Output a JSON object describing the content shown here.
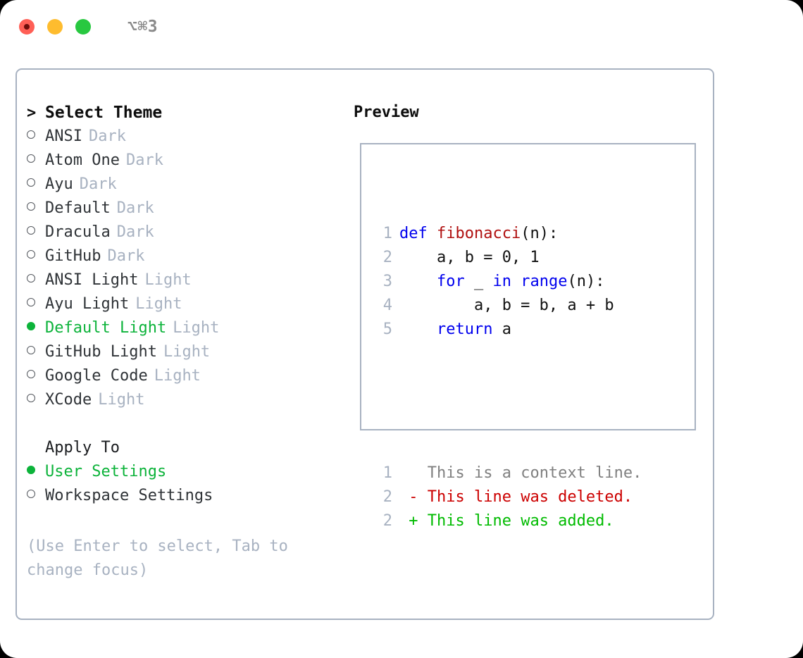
{
  "window": {
    "shortcut": "⌥⌘3",
    "traffic_lights": [
      {
        "name": "close",
        "color": "#ff5f56"
      },
      {
        "name": "minimize",
        "color": "#febc2e"
      },
      {
        "name": "maximize",
        "color": "#28c840"
      }
    ]
  },
  "colors": {
    "accent_selected": "#0cb33a",
    "muted": "#a8b2c1",
    "border": "#a8b2c1",
    "keyword": "#0000ee",
    "function": "#b01010",
    "diff_added": "#00bb00",
    "diff_deleted": "#cc0000",
    "diff_context": "#808080"
  },
  "theme_list": {
    "header_marker": ">",
    "header_label": "Select Theme",
    "items": [
      {
        "marker": "o",
        "label": "ANSI",
        "tag": "Dark",
        "selected": false
      },
      {
        "marker": "o",
        "label": "Atom One",
        "tag": "Dark",
        "selected": false
      },
      {
        "marker": "o",
        "label": "Ayu",
        "tag": "Dark",
        "selected": false
      },
      {
        "marker": "o",
        "label": "Default",
        "tag": "Dark",
        "selected": false
      },
      {
        "marker": "o",
        "label": "Dracula",
        "tag": "Dark",
        "selected": false
      },
      {
        "marker": "o",
        "label": "GitHub",
        "tag": "Dark",
        "selected": false
      },
      {
        "marker": "o",
        "label": "ANSI Light",
        "tag": "Light",
        "selected": false
      },
      {
        "marker": "o",
        "label": "Ayu Light",
        "tag": "Light",
        "selected": false
      },
      {
        "marker": "●",
        "label": "Default Light",
        "tag": "Light",
        "selected": true
      },
      {
        "marker": "o",
        "label": "GitHub Light",
        "tag": "Light",
        "selected": false
      },
      {
        "marker": "o",
        "label": "Google Code",
        "tag": "Light",
        "selected": false
      },
      {
        "marker": "o",
        "label": "XCode",
        "tag": "Light",
        "selected": false
      }
    ]
  },
  "apply_to": {
    "title": "Apply To",
    "options": [
      {
        "marker": "●",
        "label": "User Settings",
        "selected": true
      },
      {
        "marker": "o",
        "label": "Workspace Settings",
        "selected": false
      }
    ]
  },
  "hint": "(Use Enter to select, Tab to change focus)",
  "preview": {
    "title": "Preview",
    "code_lines": [
      {
        "number": "1",
        "tokens": [
          {
            "text": "def ",
            "style": "kw"
          },
          {
            "text": "fibonacci",
            "style": "fn"
          },
          {
            "text": "(n):",
            "style": "pln"
          }
        ]
      },
      {
        "number": "2",
        "tokens": [
          {
            "text": "    a, b = 0, 1",
            "style": "pln"
          }
        ]
      },
      {
        "number": "3",
        "tokens": [
          {
            "text": "    ",
            "style": "pln"
          },
          {
            "text": "for",
            "style": "kw"
          },
          {
            "text": " _ ",
            "style": "pln"
          },
          {
            "text": "in",
            "style": "kw"
          },
          {
            "text": " ",
            "style": "pln"
          },
          {
            "text": "range",
            "style": "kw"
          },
          {
            "text": "(n):",
            "style": "pln"
          }
        ]
      },
      {
        "number": "4",
        "tokens": [
          {
            "text": "        a, b = b, a + b",
            "style": "pln"
          }
        ]
      },
      {
        "number": "5",
        "tokens": [
          {
            "text": "    ",
            "style": "pln"
          },
          {
            "text": "return",
            "style": "kw"
          },
          {
            "text": " a",
            "style": "pln"
          }
        ]
      }
    ],
    "diff_lines": [
      {
        "number": "1",
        "sign": " ",
        "text": "This is a context line.",
        "style": "ctx"
      },
      {
        "number": "2",
        "sign": "-",
        "text": "This line was deleted.",
        "style": "del"
      },
      {
        "number": "2",
        "sign": "+",
        "text": "This line was added.",
        "style": "add"
      }
    ]
  }
}
